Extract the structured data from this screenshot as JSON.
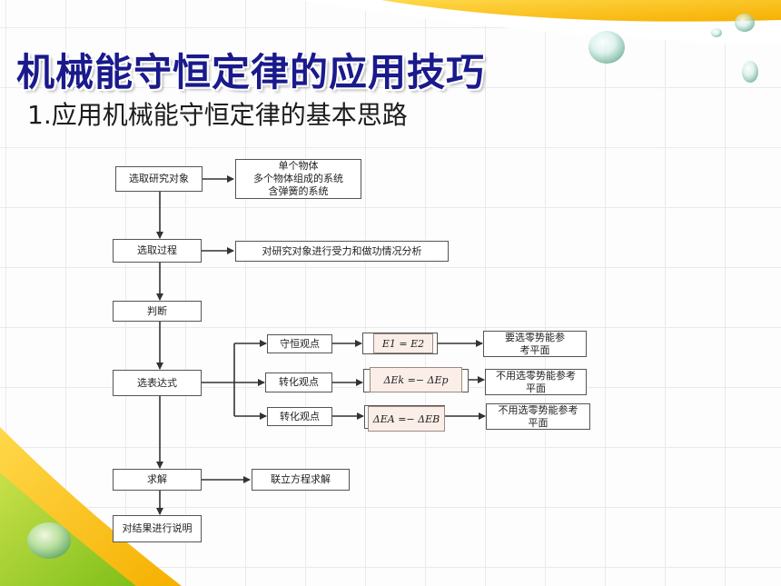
{
  "title": "机械能守恒定律的应用技巧",
  "subtitle": "1.应用机械能守恒定律的基本思路",
  "flow": {
    "step1": "选取研究对象",
    "step1_targets": [
      "单个物体",
      "多个物体组成的系统",
      "含弹簧的系统"
    ],
    "step2": "选取过程",
    "step2_note": "对研究对象进行受力和做功情况分析",
    "step3": "判断",
    "step4": "选表达式",
    "branches": [
      {
        "view": "守恒观点",
        "equation": "E1 = E2",
        "note": "要选零势能参考平面"
      },
      {
        "view": "转化观点",
        "equation": "ΔEk =− ΔEp",
        "note": "不用选零势能参考平面"
      },
      {
        "view": "转化观点",
        "equation": "ΔEA =− ΔEB",
        "note": "不用选零势能参考平面"
      }
    ],
    "step5": "求解",
    "step5_note": "联立方程求解",
    "step6": "对结果进行说明"
  }
}
